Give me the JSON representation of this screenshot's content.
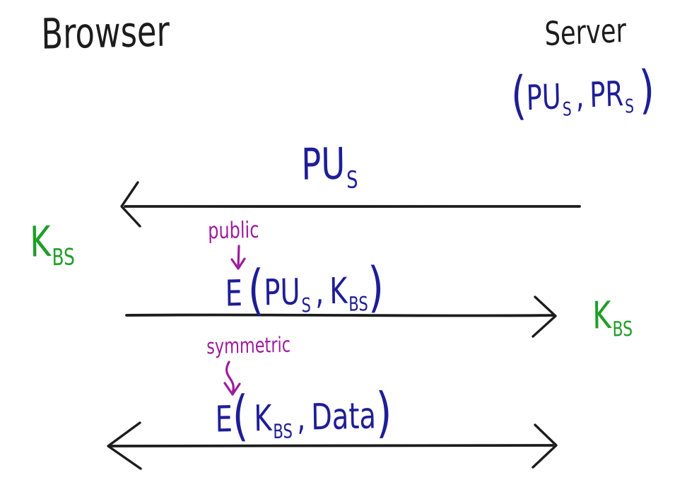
{
  "colors": {
    "ink": "#1c1c1c",
    "blue": "#1e1e96",
    "green": "#1f9e28",
    "purple": "#9c1d9c"
  },
  "actors": {
    "browser": "Browser",
    "server": "Server"
  },
  "server_keypair": {
    "paren_open": "(",
    "pu_base": "PU",
    "pu_sub": "S",
    "comma": ",",
    "pr_base": "PR",
    "pr_sub": "S",
    "paren_close": ")"
  },
  "message1": {
    "label_base": "PU",
    "label_sub": "S",
    "direction": "server-to-browser"
  },
  "browser_session_key": {
    "base": "K",
    "sub": "BS"
  },
  "server_session_key": {
    "base": "K",
    "sub": "BS"
  },
  "annotations": {
    "public": "public",
    "symmetric": "symmetric"
  },
  "message2": {
    "e": "E",
    "paren_open": "(",
    "arg1_base": "PU",
    "arg1_sub": "S",
    "comma": ",",
    "arg2_base": "K",
    "arg2_sub": "BS",
    "paren_close": ")",
    "direction": "browser-to-server"
  },
  "message3": {
    "e": "E",
    "paren_open": "(",
    "arg1_base": "K",
    "arg1_sub": "BS",
    "comma": ",",
    "arg2": "Data",
    "paren_close": ")",
    "direction": "bidirectional"
  }
}
